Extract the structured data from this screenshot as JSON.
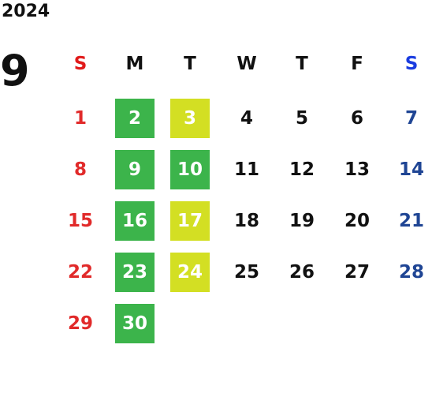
{
  "year": "2024",
  "month": "9",
  "weekdays": [
    {
      "label": "S",
      "type": "sun"
    },
    {
      "label": "M",
      "type": "wk"
    },
    {
      "label": "T",
      "type": "wk"
    },
    {
      "label": "W",
      "type": "wk"
    },
    {
      "label": "T",
      "type": "wk"
    },
    {
      "label": "F",
      "type": "wk"
    },
    {
      "label": "S",
      "type": "sat"
    }
  ],
  "colors": {
    "sunday": "#e12a2a",
    "saturday": "#1f4594",
    "green_highlight": "#3cb44b",
    "yellow_highlight": "#d3df23"
  },
  "weeks": [
    [
      {
        "d": "1",
        "s": "sun"
      },
      {
        "d": "2",
        "s": "green"
      },
      {
        "d": "3",
        "s": "yellow"
      },
      {
        "d": "4",
        "s": ""
      },
      {
        "d": "5",
        "s": ""
      },
      {
        "d": "6",
        "s": ""
      },
      {
        "d": "7",
        "s": "sat"
      }
    ],
    [
      {
        "d": "8",
        "s": "sun"
      },
      {
        "d": "9",
        "s": "green"
      },
      {
        "d": "10",
        "s": "green"
      },
      {
        "d": "11",
        "s": ""
      },
      {
        "d": "12",
        "s": ""
      },
      {
        "d": "13",
        "s": ""
      },
      {
        "d": "14",
        "s": "sat"
      }
    ],
    [
      {
        "d": "15",
        "s": "sun"
      },
      {
        "d": "16",
        "s": "green"
      },
      {
        "d": "17",
        "s": "yellow"
      },
      {
        "d": "18",
        "s": ""
      },
      {
        "d": "19",
        "s": ""
      },
      {
        "d": "20",
        "s": ""
      },
      {
        "d": "21",
        "s": "sat"
      }
    ],
    [
      {
        "d": "22",
        "s": "sun"
      },
      {
        "d": "23",
        "s": "green"
      },
      {
        "d": "24",
        "s": "yellow"
      },
      {
        "d": "25",
        "s": ""
      },
      {
        "d": "26",
        "s": ""
      },
      {
        "d": "27",
        "s": ""
      },
      {
        "d": "28",
        "s": "sat"
      }
    ],
    [
      {
        "d": "29",
        "s": "sun"
      },
      {
        "d": "30",
        "s": "green"
      }
    ]
  ]
}
